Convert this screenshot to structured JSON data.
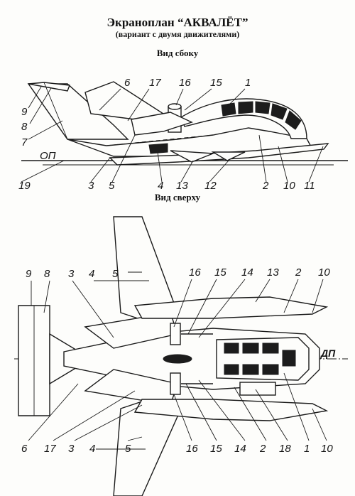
{
  "title": "Экраноплан “АКВАЛЁТ”",
  "subtitle": "(вариант с двумя движителями)",
  "side_view": {
    "heading": "Вид сбоку",
    "ref_line_label": "ОП",
    "labels": [
      "6",
      "17",
      "16",
      "15",
      "1",
      "9",
      "8",
      "7",
      "19",
      "3",
      "5",
      "4",
      "13",
      "12",
      "2",
      "10",
      "11"
    ]
  },
  "top_view": {
    "heading": "Вид сверху",
    "axis_label": "ДП",
    "labels_top": [
      "9",
      "8",
      "3",
      "4",
      "5",
      "16",
      "15",
      "14",
      "13",
      "2",
      "10"
    ],
    "labels_bottom": [
      "6",
      "17",
      "3",
      "4",
      "5",
      "16",
      "15",
      "14",
      "2",
      "18",
      "1",
      "10"
    ]
  }
}
